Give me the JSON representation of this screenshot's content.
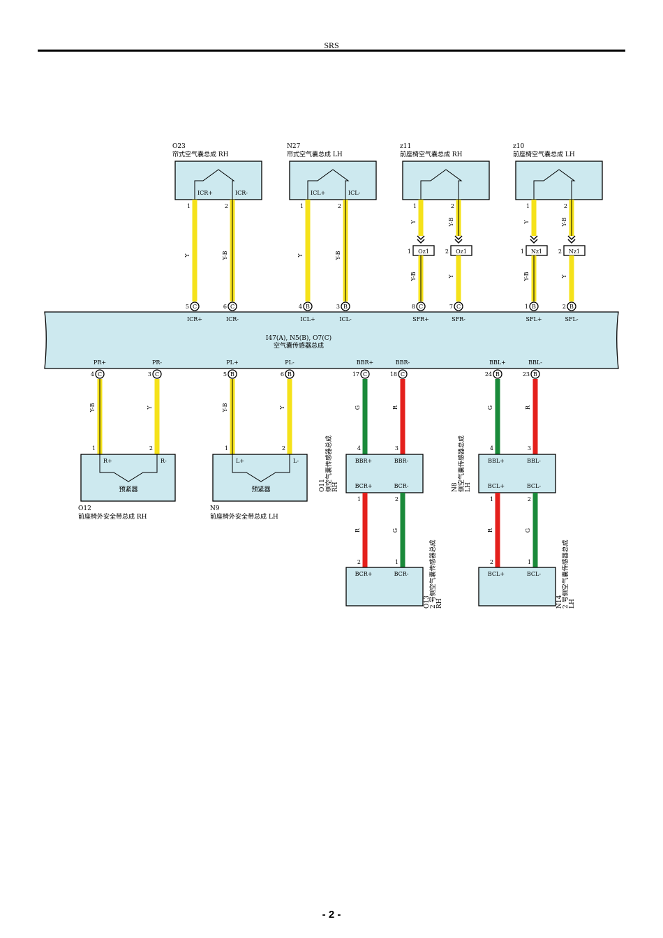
{
  "header": {
    "title": "SRS"
  },
  "footer": {
    "page": "- 2 -"
  },
  "colors": {
    "Y": "#f5e21a",
    "Y-B": "#f5e21a",
    "G": "#1a8a3a",
    "R": "#e4201c",
    "box_fill": "#cde9ef"
  },
  "top_components": [
    {
      "code": "O23",
      "name": "帘式空气囊总成 RH",
      "terminals": [
        "ICR+",
        "ICR-"
      ]
    },
    {
      "code": "N27",
      "name": "帘式空气囊总成 LH",
      "terminals": [
        "ICL+",
        "ICL-"
      ]
    },
    {
      "code": "z11",
      "name": "前座椅空气囊总成 RH"
    },
    {
      "code": "z10",
      "name": "前座椅空气囊总成 LH"
    }
  ],
  "connectors": [
    "Oz1",
    "Oz1",
    "Nz1",
    "Nz1"
  ],
  "ecu": {
    "line1": "I47(A), N5(B), O7(C)",
    "line2": "空气囊传感器总成",
    "top_pins": [
      {
        "num": "5",
        "conn": "C",
        "label": "ICR+"
      },
      {
        "num": "6",
        "conn": "C",
        "label": "ICR-"
      },
      {
        "num": "4",
        "conn": "B",
        "label": "ICL+"
      },
      {
        "num": "3",
        "conn": "B",
        "label": "ICL-"
      },
      {
        "num": "8",
        "conn": "C",
        "label": "SFR+"
      },
      {
        "num": "7",
        "conn": "C",
        "label": "SFR-"
      },
      {
        "num": "1",
        "conn": "B",
        "label": "SFL+"
      },
      {
        "num": "2",
        "conn": "B",
        "label": "SFL-"
      }
    ],
    "bottom_pins": [
      {
        "num": "4",
        "conn": "C",
        "label": "PR+"
      },
      {
        "num": "3",
        "conn": "C",
        "label": "PR-"
      },
      {
        "num": "5",
        "conn": "B",
        "label": "PL+"
      },
      {
        "num": "6",
        "conn": "B",
        "label": "PL-"
      },
      {
        "num": "17",
        "conn": "C",
        "label": "BBR+"
      },
      {
        "num": "18",
        "conn": "C",
        "label": "BBR-"
      },
      {
        "num": "24",
        "conn": "B",
        "label": "BBL+"
      },
      {
        "num": "23",
        "conn": "B",
        "label": "BBL-"
      }
    ]
  },
  "pretensioners": [
    {
      "code": "O12",
      "name": "前座椅外安全带总成 RH",
      "inner": "预紧器",
      "t1": "R+",
      "t2": "R-"
    },
    {
      "code": "N9",
      "name": "前座椅外安全带总成 LH",
      "inner": "预紧器",
      "t1": "L+",
      "t2": "L-"
    }
  ],
  "side_sensors": [
    {
      "code": "O11",
      "name": "侧空气囊传感器总成",
      "side": "RH",
      "t": [
        "BBR+",
        "BBR-",
        "BCR+",
        "BCR-"
      ]
    },
    {
      "code": "N8",
      "name": "侧空气囊传感器总成",
      "side": "LH",
      "t": [
        "BBL+",
        "BBL-",
        "BCL+",
        "BCL-"
      ]
    }
  ],
  "no2_sensors": [
    {
      "code": "O13",
      "name": "2 号侧空气囊传感器总成",
      "side": "RH",
      "t": [
        "BCR+",
        "BCR-"
      ]
    },
    {
      "code": "N14",
      "name": "2 号侧空气囊传感器总成",
      "side": "LH",
      "t": [
        "BCL+",
        "BCL-"
      ]
    }
  ],
  "wires": {
    "top": [
      "Y",
      "Y-B",
      "Y",
      "Y-B",
      "Y",
      "Y-B",
      "Y",
      "Y-B"
    ],
    "top_lower": [
      "Y-B",
      "Y",
      "Y-B",
      "Y"
    ],
    "pret": [
      "Y-B",
      "Y",
      "Y-B",
      "Y"
    ],
    "side": [
      "G",
      "R",
      "G",
      "R"
    ],
    "no2": [
      "R",
      "G",
      "R",
      "G"
    ]
  },
  "pin_numbers": {
    "top_comp": [
      "1",
      "2",
      "1",
      "2",
      "1",
      "2",
      "1",
      "2"
    ],
    "connector": [
      "1",
      "2",
      "1",
      "2"
    ],
    "pret": [
      "1",
      "2",
      "1",
      "2"
    ],
    "side_top": [
      "4",
      "3",
      "4",
      "3"
    ],
    "side_bot": [
      "1",
      "2",
      "1",
      "2"
    ],
    "no2": [
      "2",
      "1",
      "2",
      "1"
    ]
  }
}
